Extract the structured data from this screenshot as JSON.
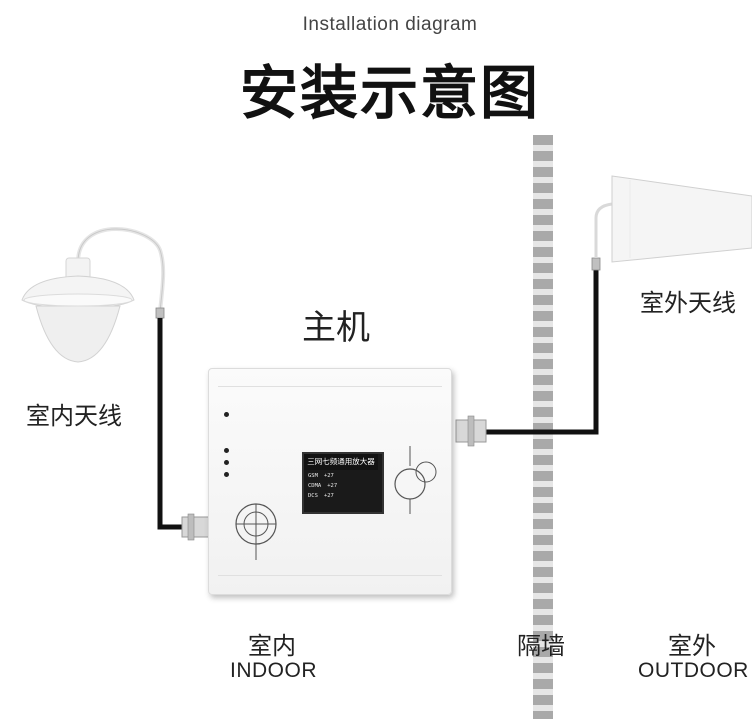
{
  "header": {
    "subtitle": "Installation diagram",
    "title": "安装示意图"
  },
  "labels": {
    "main_unit": "主机",
    "indoor_antenna": "室内天线",
    "outdoor_antenna": "室外天线",
    "indoor_cn": "室内",
    "indoor_en": "INDOOR",
    "wall_cn": "隔墙",
    "outdoor_cn": "室外",
    "outdoor_en": "OUTDOOR"
  },
  "device": {
    "screen_title": "三网七频通用放大器",
    "rows": [
      {
        "band": "GSM",
        "value": "+27"
      },
      {
        "band": "CDMA",
        "value": "+27"
      },
      {
        "band": "DCS",
        "value": "+27"
      }
    ]
  },
  "colors": {
    "cable": "#111111",
    "wall_dark": "#a9a9a9",
    "wall_light": "#e6e6e6"
  }
}
